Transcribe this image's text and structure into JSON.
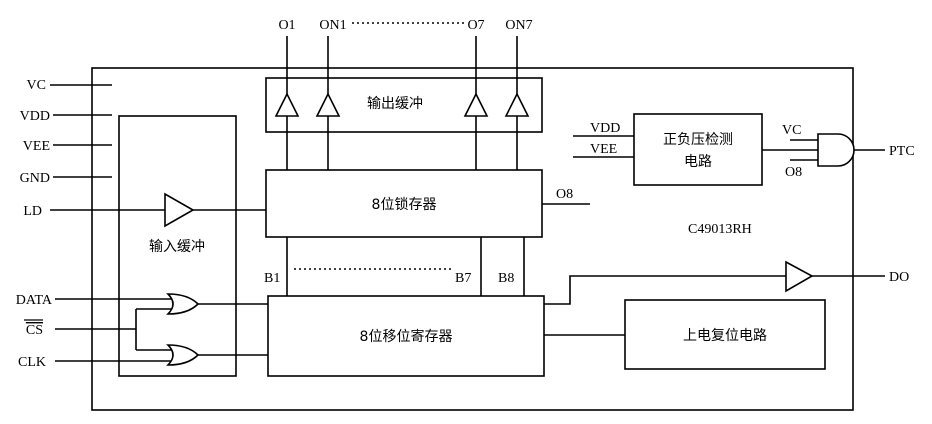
{
  "blocks": {
    "output_buffer": "输出缓冲",
    "input_buffer": "输入缓冲",
    "latch": "8位锁存器",
    "shift_register": "8位移位寄存器",
    "detect_line1": "正负压检测",
    "detect_line2": "电路",
    "reset": "上电复位电路"
  },
  "chip_name": "C49013RH",
  "pins_left": {
    "vc": "VC",
    "vdd": "VDD",
    "vee": "VEE",
    "gnd": "GND",
    "ld": "LD",
    "data": "DATA",
    "cs": "CS",
    "clk": "CLK"
  },
  "pins_top": {
    "o1": "O1",
    "on1": "ON1",
    "o7": "O7",
    "on7": "ON7"
  },
  "pins_right": {
    "ptc": "PTC",
    "do": "DO"
  },
  "internal": {
    "vdd": "VDD",
    "vee": "VEE",
    "vc": "VC",
    "o8_gate": "O8",
    "o8_latch": "O8",
    "b1": "B1",
    "b7": "B7",
    "b8": "B8"
  }
}
